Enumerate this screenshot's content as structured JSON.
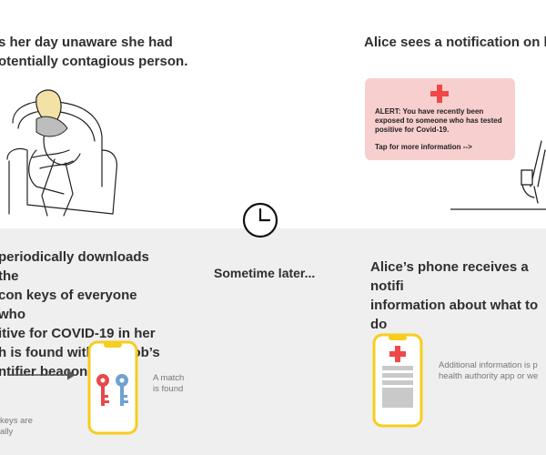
{
  "top_left": {
    "heading": "s her day unaware she had\notentially contagious person."
  },
  "top_right": {
    "heading": "Alice sees a notification on her",
    "alert": {
      "body": "ALERT:  You have recently been exposed to someone who has tested positive for Covid-19.",
      "tap": "Tap for more information -->"
    }
  },
  "center": {
    "label": "Sometime later..."
  },
  "bottom_left": {
    "heading": "periodically downloads the\ncon keys of everyone who\nitive for COVID-19 in her\nh is found with the Bob’s\nntifier beacons.",
    "match_note": "A match\nis found",
    "keys_note": "keys are\nally"
  },
  "bottom_right": {
    "heading": "Alice’s phone receives a notifi\ninformation about what to do",
    "additional_note": "Additional information is p\nhealth authority app or we"
  },
  "colors": {
    "accent_red": "#f04848",
    "alert_bg": "#f8cfcf",
    "phone_yellow": "#f7cd1e",
    "key_red": "#e84848",
    "key_blue": "#6fa1d2",
    "panel_gray": "#efefef"
  }
}
